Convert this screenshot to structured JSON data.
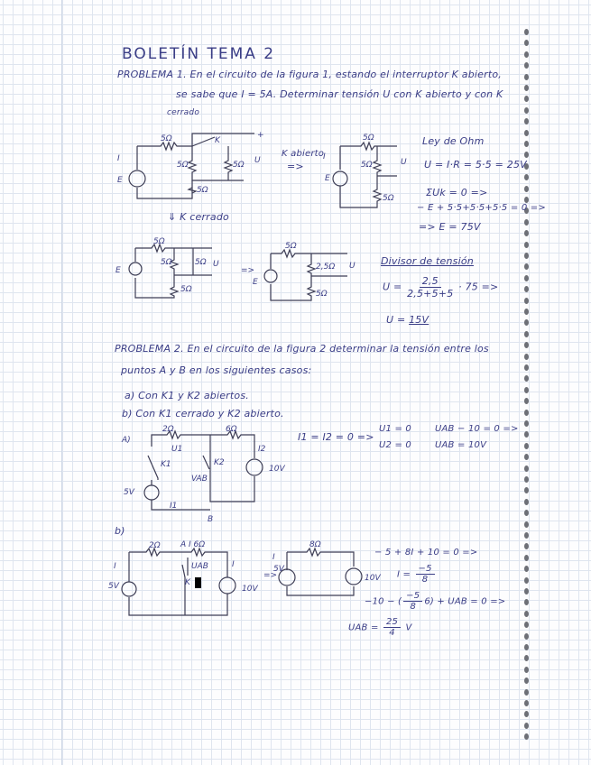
{
  "title": "BOLETÍN TEMA 2",
  "problem1": {
    "statement": [
      "PROBLEMA 1. En el circuito de la figura 1, estando el interruptor K abierto,",
      "se sabe que I = 5A. Determinar tensión U con K abierto y con K",
      "cerrado"
    ],
    "k_open_label": "K abierto",
    "arrow": "=>",
    "k_closed_label": "⇓ K cerrado",
    "circuit_labels": {
      "r": "5Ω",
      "r2": "2,5Ω",
      "I": "I",
      "E": "E",
      "U": "U",
      "K": "K",
      "plus": "+",
      "minus": "−"
    },
    "ohm": {
      "title": "Ley de Ohm",
      "eq": "U = I·R = 5·5 = 25V",
      "kvl": "ΣUk = 0 =>",
      "kvl_eq": "− E + 5·5+5·5+5·5 = 0 =>",
      "result": "=> E = 75V"
    },
    "divider": {
      "title": "Divisor de tensión",
      "lhs": "U =",
      "num": "2,5",
      "den": "2,5+5+5",
      "rhs": "· 75 =>",
      "result_lhs": "U =",
      "result": "15V"
    }
  },
  "problem2": {
    "statement": [
      "PROBLEMA 2. En el circuito de la figura 2 determinar la tensión entre los",
      "puntos A y B en los siguientes casos:"
    ],
    "cases": [
      "a) Con K1 y K2 abiertos.",
      "b) Con K1 cerrado y K2 abierto."
    ],
    "a": {
      "label": "A)",
      "circuit_labels": {
        "r1": "2Ω",
        "r2": "6Ω",
        "u1": "U1",
        "k1": "K1",
        "k2": "K2",
        "vab": "VAB",
        "v1": "5V",
        "v2": "10V",
        "i1": "I1",
        "i2": "I2",
        "A": "a",
        "B": "B"
      },
      "eq1": "I1 = I2 = 0 =>",
      "cases": [
        "U1 = 0",
        "U2 = 0"
      ],
      "res1": "UAB − 10 = 0 =>",
      "res2": "UAB = 10V"
    },
    "b": {
      "label": "b)",
      "circuit_labels": {
        "r1": "2Ω",
        "r2": "6Ω",
        "A": "A",
        "I": "I",
        "k": "K",
        "uab": "UAB",
        "v1": "5V",
        "v2": "10V",
        "r8": "8Ω",
        "arrow": "=>"
      },
      "eq1": "− 5 + 8I + 10 = 0 =>",
      "eq2_lhs": "I =",
      "eq2_num": "−5",
      "eq2_den": "8",
      "eq3_a": "−10 − (",
      "eq3_num": "−5",
      "eq3_den": "8",
      "eq3_b": "6) + UAB = 0 =>",
      "res_lhs": "UAB =",
      "res_num": "25",
      "res_den": "4",
      "res_unit": "V"
    }
  }
}
